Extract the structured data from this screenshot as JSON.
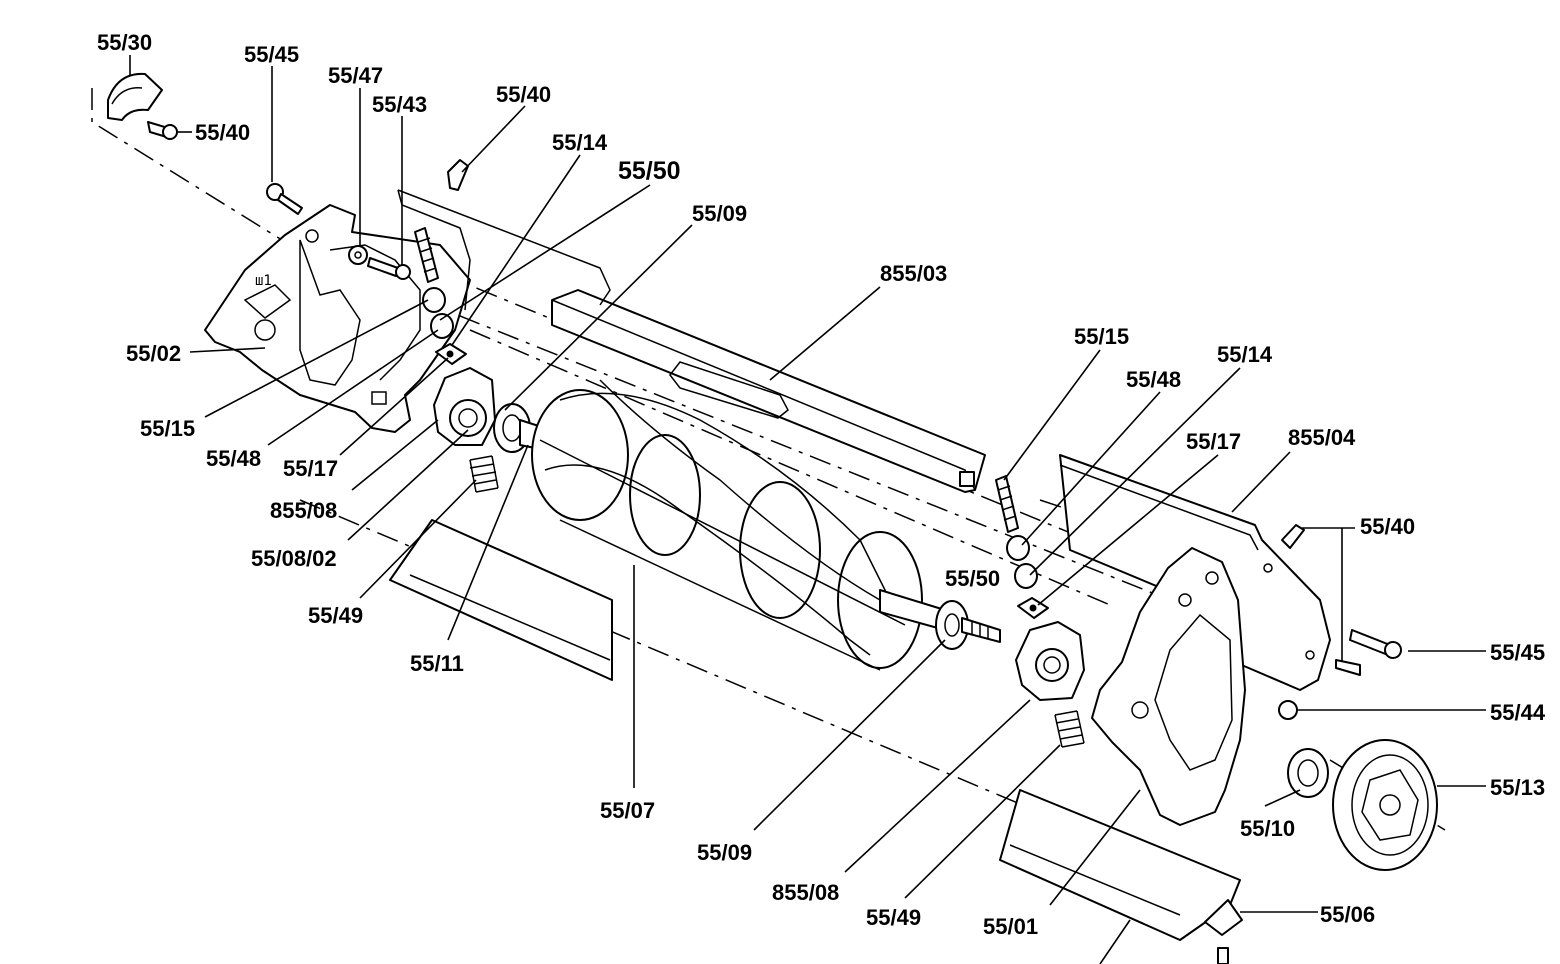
{
  "labels": {
    "p55_30": "55/30",
    "p55_45_top": "55/45",
    "p55_47": "55/47",
    "p55_43": "55/43",
    "p55_40_left": "55/40",
    "p55_40_top": "55/40",
    "p55_14_top": "55/14",
    "p55_50_top": "55/50",
    "p55_09_top": "55/09",
    "p855_03": "855/03",
    "p55_02": "55/02",
    "p55_15_left": "55/15",
    "p55_48_left": "55/48",
    "p55_17_left": "55/17",
    "p855_08_left": "855/08",
    "p55_08_02": "55/08/02",
    "p55_49_left": "55/49",
    "p55_11": "55/11",
    "p55_07": "55/07",
    "p55_09_bottom": "55/09",
    "p855_08_bottom": "855/08",
    "p55_49_bottom": "55/49",
    "p55_01": "55/01",
    "p55_06": "55/06",
    "p55_15_right": "55/15",
    "p55_48_right": "55/48",
    "p55_14_right": "55/14",
    "p55_17_right": "55/17",
    "p855_04": "855/04",
    "p55_40_right": "55/40",
    "p55_50_right": "55/50",
    "p55_45_right": "55/45",
    "p55_44": "55/44",
    "p55_13": "55/13",
    "p55_10": "55/10"
  }
}
